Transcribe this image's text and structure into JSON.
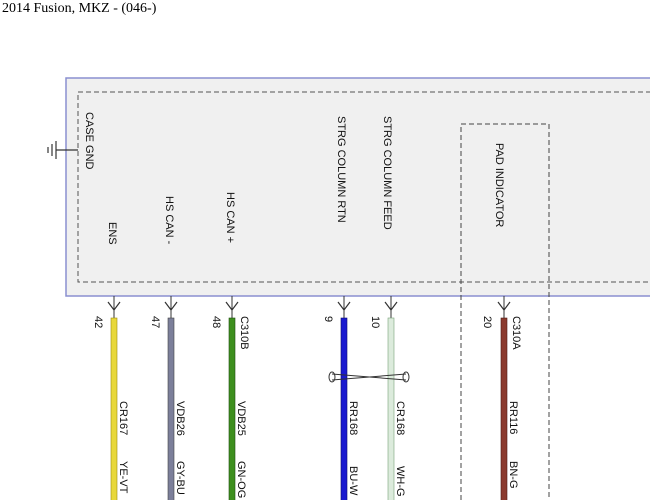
{
  "header": {
    "title": "2014 Fusion, MKZ - (046-)"
  },
  "diagram": {
    "module_labels": [
      "CASE GND",
      "ENS",
      "HS CAN -",
      "HS CAN +",
      "STRG COLUMN RTN",
      "STRG COLUMN FEED",
      "PAD INDICATOR"
    ],
    "wires": [
      {
        "pin": "42",
        "circuit": "CR167",
        "color_code": "YE-VT",
        "wire_color": "#e8d83a",
        "connector": ""
      },
      {
        "pin": "47",
        "circuit": "VDB26",
        "color_code": "GY-BU",
        "wire_color": "#7c7f9a",
        "connector": ""
      },
      {
        "pin": "48",
        "circuit": "VDB25",
        "color_code": "GN-OG",
        "wire_color": "#3d8f1e",
        "connector": "C310B"
      },
      {
        "pin": "9",
        "circuit": "RR168",
        "color_code": "BU-W",
        "wire_color": "#1a1ad0",
        "connector": ""
      },
      {
        "pin": "10",
        "circuit": "CR168",
        "color_code": "WH-G",
        "wire_color": "#cfe2cf",
        "connector": ""
      },
      {
        "pin": "20",
        "circuit": "RR116",
        "color_code": "BN-G",
        "wire_color": "#8b3a2e",
        "connector": "C310A"
      }
    ]
  }
}
